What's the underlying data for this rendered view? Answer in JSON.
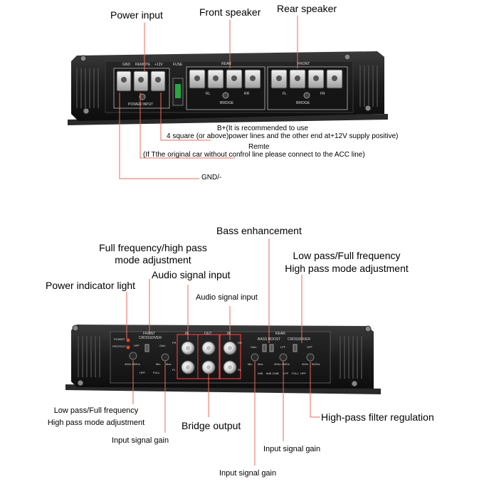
{
  "top": {
    "power_input": "Power input",
    "front_speaker": "Front speaker",
    "rear_speaker": "Rear speaker",
    "panel": {
      "gnd": "GND",
      "remote": "REMOTE",
      "plus12v": "+12V",
      "fuse": "FUSE",
      "rear": "REAR",
      "front": "FRONT",
      "power_input_plate": "POWER INPUT",
      "rl": "RL",
      "rr": "RR",
      "fl": "FL",
      "fr": "FR",
      "bridge": "BRIDGE"
    },
    "notes": {
      "bplus_1": "B+(It is recommended to use",
      "bplus_2": "4 square (or above)power lines and the other end at+12V supply positive)",
      "remote_1": "Remte",
      "remote_2": "(If Tthe original car without confrol line please connect to the ACC line)",
      "gnd": "GND/-"
    }
  },
  "bottom": {
    "bass_enhancement": "Bass enhancement",
    "full_high_pass_1": "Full frequency/high pass",
    "full_high_pass_2": "mode adjustment",
    "audio_signal_input_1": "Audio signal input",
    "audio_signal_input_2": "Audio signal input",
    "power_indicator": "Power indicator light",
    "lowpass_right_1": "Low pass/Full frequency",
    "lowpass_right_2": "High pass mode adjustment",
    "lowpass_left_1": "Low pass/Full frequency",
    "lowpass_left_2": "High pass mode adjustment",
    "bridge_output": "Bridge output",
    "high_pass_filter": "High-pass filter regulation",
    "input_gain_1": "Input signal gain",
    "input_gain_2": "Input signal gain",
    "input_gain_3": "Input signal gain",
    "panel": {
      "front": "FRONT",
      "crossover": "CROSSOVER",
      "rear": "REAR",
      "bass_boost": "BASS BOOST",
      "crossover2": "CROSSOVER",
      "in_left": "IN",
      "out": "OUT",
      "in_right": "IN",
      "power": "POWER",
      "protect": "PROTECT",
      "hpf": "HPF",
      "gain": "Gain",
      "min": "Min",
      "max": "Max",
      "hz_range": "40Hz 500Hz",
      "hpf2": "HPF",
      "full": "FULL",
      "gain2": "Gain",
      "min2": "Min",
      "max2": "Max",
      "db": "0dB",
      "db2": "6dB 12dB",
      "lpf": "LPF",
      "hz2": "40Hz 250Hz",
      "lpf2": "LPF",
      "full2": "FULL",
      "hpf3": "HPF",
      "hpf4": "HPF",
      "hz3": "40Hz",
      "hz4": "500Hz",
      "fr": "FR",
      "fl": "FL",
      "rr": "RR",
      "rl": "RL"
    }
  }
}
